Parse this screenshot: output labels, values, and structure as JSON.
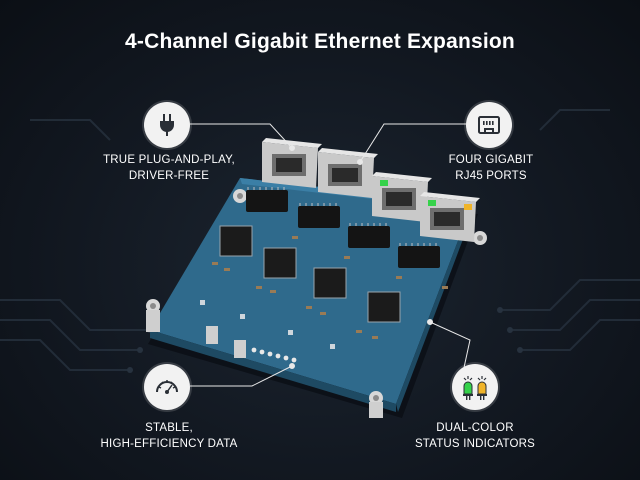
{
  "header": {
    "title": "4-Channel Gigabit Ethernet Expansion"
  },
  "features": [
    {
      "icon": "plug-icon",
      "line1": "TRUE PLUG-AND-PLAY,",
      "line2": "DRIVER-FREE"
    },
    {
      "icon": "ethernet-port-icon",
      "line1": "FOUR GIGABIT",
      "line2": "RJ45 PORTS"
    },
    {
      "icon": "speedometer-icon",
      "line1": "STABLE,",
      "line2": "HIGH-EFFICIENCY DATA"
    },
    {
      "icon": "dual-led-icon",
      "line1": "DUAL-COLOR",
      "line2": "STATUS INDICATORS"
    }
  ],
  "colors": {
    "background": "#121821",
    "pcb": "#2f6a8c",
    "accent_led_green": "#35d24a",
    "accent_led_amber": "#f0b429",
    "leader_line": "#e8e8e8"
  }
}
